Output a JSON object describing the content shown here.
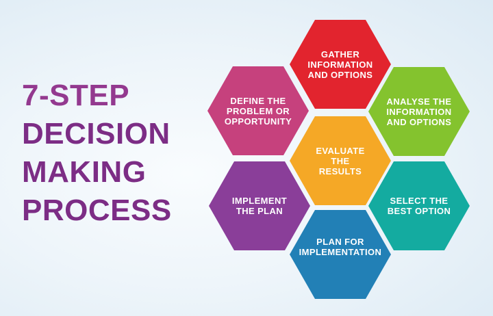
{
  "title": {
    "line1": "7-STEP",
    "line2": "DECISION",
    "line3": "MAKING",
    "line4": "PROCESS",
    "line1_color": "#93398f",
    "rest_color": "#7c2d85"
  },
  "background": {
    "center": "#f9fcfe",
    "edge": "#dceaf4"
  },
  "hexagons": [
    {
      "id": "gather-information-and-options",
      "color": "#e2242e",
      "lines": [
        "GATHER",
        "INFORMATION",
        "AND OPTIONS"
      ]
    },
    {
      "id": "define-the-problem-or-opportunity",
      "color": "#c6417d",
      "lines": [
        "DEFINE THE",
        "PROBLEM OR",
        "OPPORTUNITY"
      ]
    },
    {
      "id": "analyse-the-information-and-options",
      "color": "#84c32e",
      "lines": [
        "ANALYSE THE",
        "INFORMATION",
        "AND OPTIONS"
      ]
    },
    {
      "id": "evaluate-the-results",
      "color": "#f5a826",
      "lines": [
        "EVALUATE",
        "THE",
        "RESULTS"
      ]
    },
    {
      "id": "implement-the-plan",
      "color": "#8a3e99",
      "lines": [
        "IMPLEMENT",
        "THE PLAN"
      ]
    },
    {
      "id": "select-the-best-option",
      "color": "#14aba0",
      "lines": [
        "SELECT THE",
        "BEST OPTION"
      ]
    },
    {
      "id": "plan-for-implementation",
      "color": "#2280b6",
      "lines": [
        "PLAN FOR",
        "IMPLEMENTATION"
      ]
    }
  ]
}
